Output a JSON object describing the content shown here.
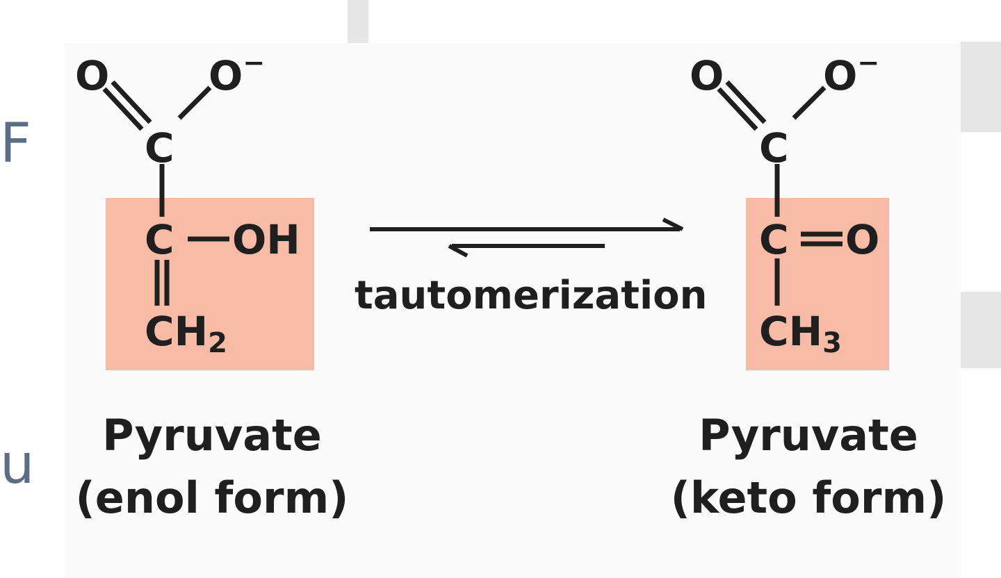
{
  "slide_fragments": {
    "upper_letter": "F",
    "lower_letter": "u"
  },
  "enol": {
    "atoms": {
      "o_double": "O",
      "o_single": "O",
      "o_single_charge": "−",
      "c_carboxyl": "C",
      "c_middle": "C",
      "oh": "OH",
      "ch2_base": "CH",
      "ch2_sub": "2"
    },
    "name_line1": "Pyruvate",
    "name_line2": "(enol form)"
  },
  "keto": {
    "atoms": {
      "o_double": "O",
      "o_single": "O",
      "o_single_charge": "−",
      "c_carboxyl": "C",
      "c_middle": "C",
      "o_keto": "O",
      "ch3_base": "CH",
      "ch3_sub": "3"
    },
    "name_line1": "Pyruvate",
    "name_line2": "(keto form)"
  },
  "reaction": {
    "label": "tautomerization"
  },
  "colors": {
    "highlight": "#f7bba6",
    "ink": "#1f1f1f",
    "slide_text": "#5a6e86"
  }
}
